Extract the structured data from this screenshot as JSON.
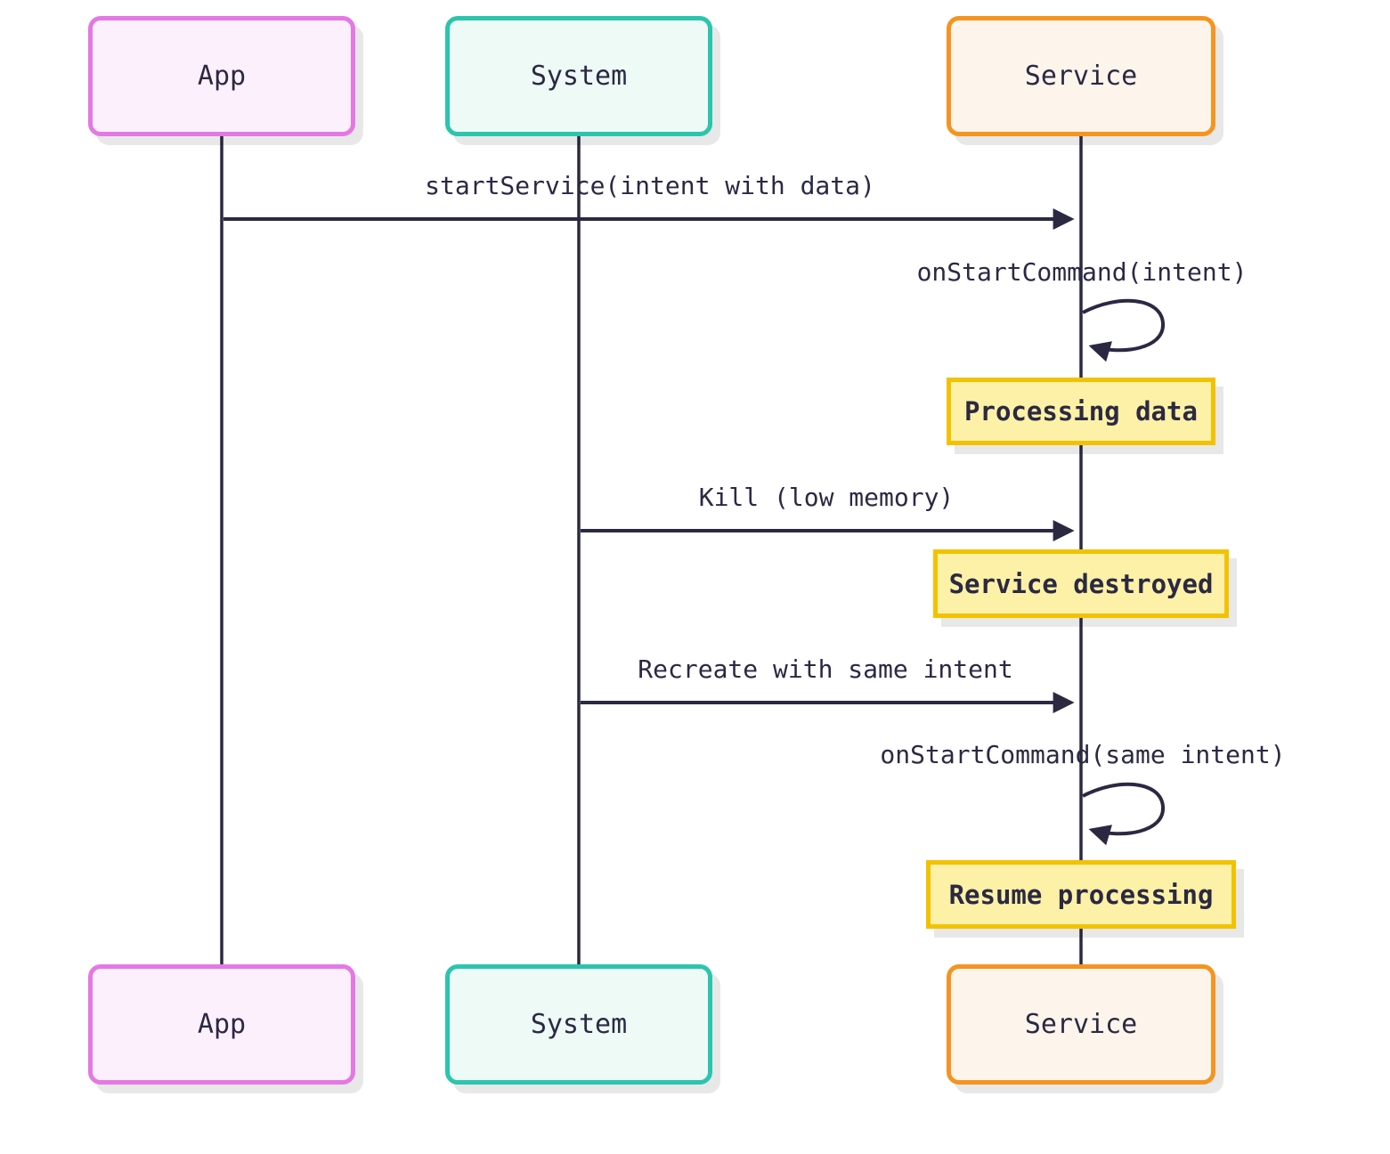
{
  "diagram": {
    "type": "sequence",
    "actors": [
      {
        "id": "app",
        "label": "App"
      },
      {
        "id": "system",
        "label": "System"
      },
      {
        "id": "service",
        "label": "Service"
      }
    ],
    "messages": [
      {
        "from": "app",
        "to": "service",
        "label": "startService(intent with data)"
      },
      {
        "from": "service",
        "to": "service",
        "label": "onStartCommand(intent)",
        "type": "self-loop"
      },
      {
        "from": "system",
        "to": "service",
        "label": "Kill (low memory)"
      },
      {
        "from": "system",
        "to": "service",
        "label": "Recreate with same intent"
      },
      {
        "from": "service",
        "to": "service",
        "label": "onStartCommand(same intent)",
        "type": "self-loop"
      }
    ],
    "notes": [
      {
        "over": "service",
        "text": "Processing data"
      },
      {
        "over": "service",
        "text": "Service destroyed"
      },
      {
        "over": "service",
        "text": "Resume processing"
      }
    ],
    "colors": {
      "ink": "#2b2942",
      "app-fill": "#fdf0fd",
      "app-border": "#e478e4",
      "system-fill": "#edfaf6",
      "system-border": "#2bc5ae",
      "service-fill": "#fdf5ec",
      "service-border": "#f5941f",
      "note-fill": "#fcf1a6",
      "note-border": "#f2c200"
    }
  }
}
